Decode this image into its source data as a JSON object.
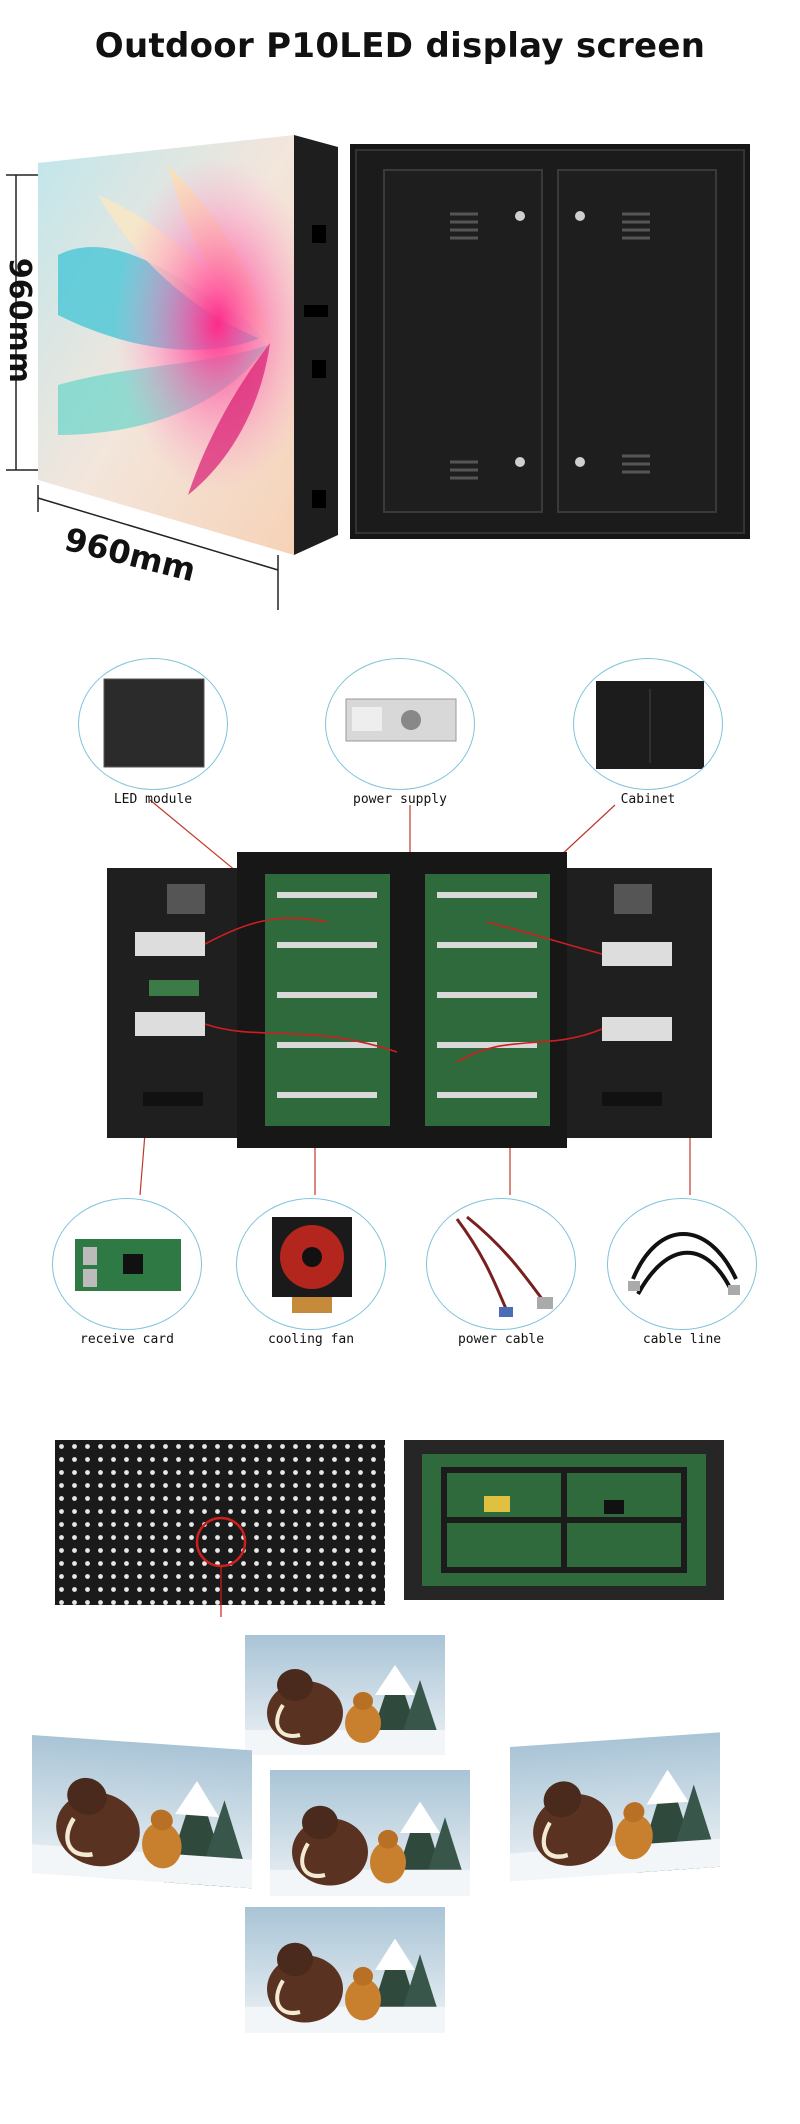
{
  "title": "Outdoor P10LED display screen",
  "dimensions": {
    "height_label": "960mm",
    "width_label": "960mm"
  },
  "components": {
    "led_module": "LED module",
    "power_supply": "power supply",
    "cabinet": "Cabinet",
    "receive_card": "receive card",
    "cooling_fan": "cooling fan",
    "power_cable": "power cable",
    "cable_line": "cable line"
  },
  "colors": {
    "accent_ring": "#7fc4d9",
    "highlight_red": "#cc1f1f",
    "cabinet_black": "#1c1c1c",
    "pcb_green": "#2f6a3d"
  }
}
